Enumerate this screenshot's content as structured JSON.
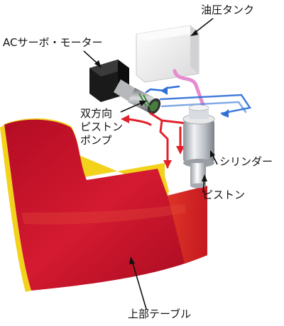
{
  "labels": {
    "oil_tank": "油圧タンク",
    "servo_motor": "ACサーボ・モーター",
    "pump_line1": "双方向",
    "pump_line2": "ピストン",
    "pump_line3": "ポンプ",
    "cylinder": "シリンダー",
    "piston": "ピストン",
    "upper_table": "上部テーブル"
  },
  "colors": {
    "table_red": "#c8102e",
    "table_yellow": "#f2d21b",
    "tank_white": "#f4f4f4",
    "motor_black": "#1a1a1a",
    "pipe_pink": "#e58ccf",
    "flow_red": "#e0202a",
    "flow_blue": "#2e6fd6",
    "cylinder_gray": "#c9ccd1"
  }
}
